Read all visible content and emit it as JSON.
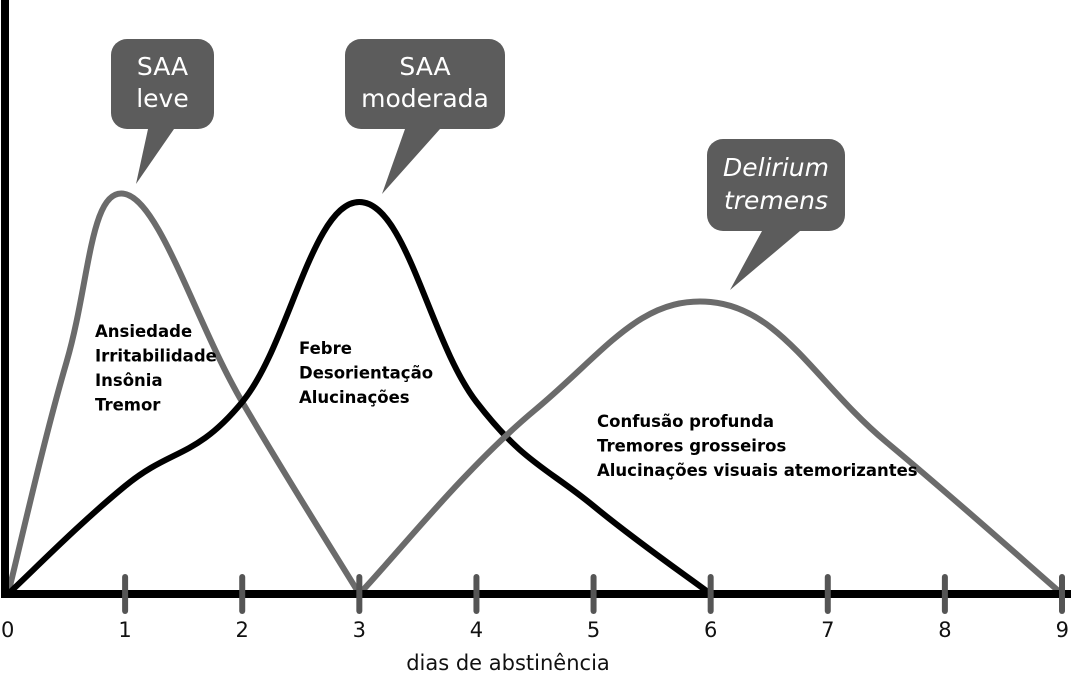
{
  "chart_data": {
    "type": "line",
    "xlabel": "dias de abstinência",
    "ylabel": "",
    "xlim": [
      0,
      9
    ],
    "ylim": [
      0,
      1
    ],
    "x_ticks": [
      "0",
      "1",
      "2",
      "3",
      "4",
      "5",
      "6",
      "7",
      "8",
      "9"
    ],
    "grid": false,
    "series": [
      {
        "name": "SAA leve",
        "label_lines": [
          "SAA",
          "leve"
        ],
        "italic": false,
        "color": "#6b6b6b",
        "points": [
          [
            0,
            0
          ],
          [
            0.5,
            0.58
          ],
          [
            1,
            1
          ],
          [
            2,
            0.48
          ],
          [
            3,
            0
          ]
        ],
        "peak": [
          1,
          1
        ],
        "symptoms": [
          "Ansiedade",
          "Irritabilidade",
          "Insônia",
          "Tremor"
        ]
      },
      {
        "name": "SAA moderada",
        "label_lines": [
          "SAA",
          "moderada"
        ],
        "italic": false,
        "color": "#000000",
        "points": [
          [
            0,
            0
          ],
          [
            1,
            0.27
          ],
          [
            2,
            0.48
          ],
          [
            3,
            0.98
          ],
          [
            4,
            0.48
          ],
          [
            5,
            0.22
          ],
          [
            6,
            0
          ]
        ],
        "peak": [
          3,
          0.98
        ],
        "symptoms": [
          "Febre",
          "Desorientação",
          "Alucinações"
        ]
      },
      {
        "name": "Delirium tremens",
        "label_lines": [
          "Delirium",
          "tremens"
        ],
        "italic": true,
        "color": "#6b6b6b",
        "points": [
          [
            3,
            0
          ],
          [
            4.5,
            0.46
          ],
          [
            6,
            0.73
          ],
          [
            7.5,
            0.38
          ],
          [
            9,
            0
          ]
        ],
        "peak": [
          6,
          0.73
        ],
        "symptoms": [
          "Confusão profunda",
          "Tremores grosseiros",
          "Alucinações visuais atemorizantes"
        ]
      }
    ]
  },
  "colors": {
    "axis": "#000000",
    "tick": "#555555",
    "bubble": "#5c5c5c",
    "bubble_text": "#ffffff"
  }
}
